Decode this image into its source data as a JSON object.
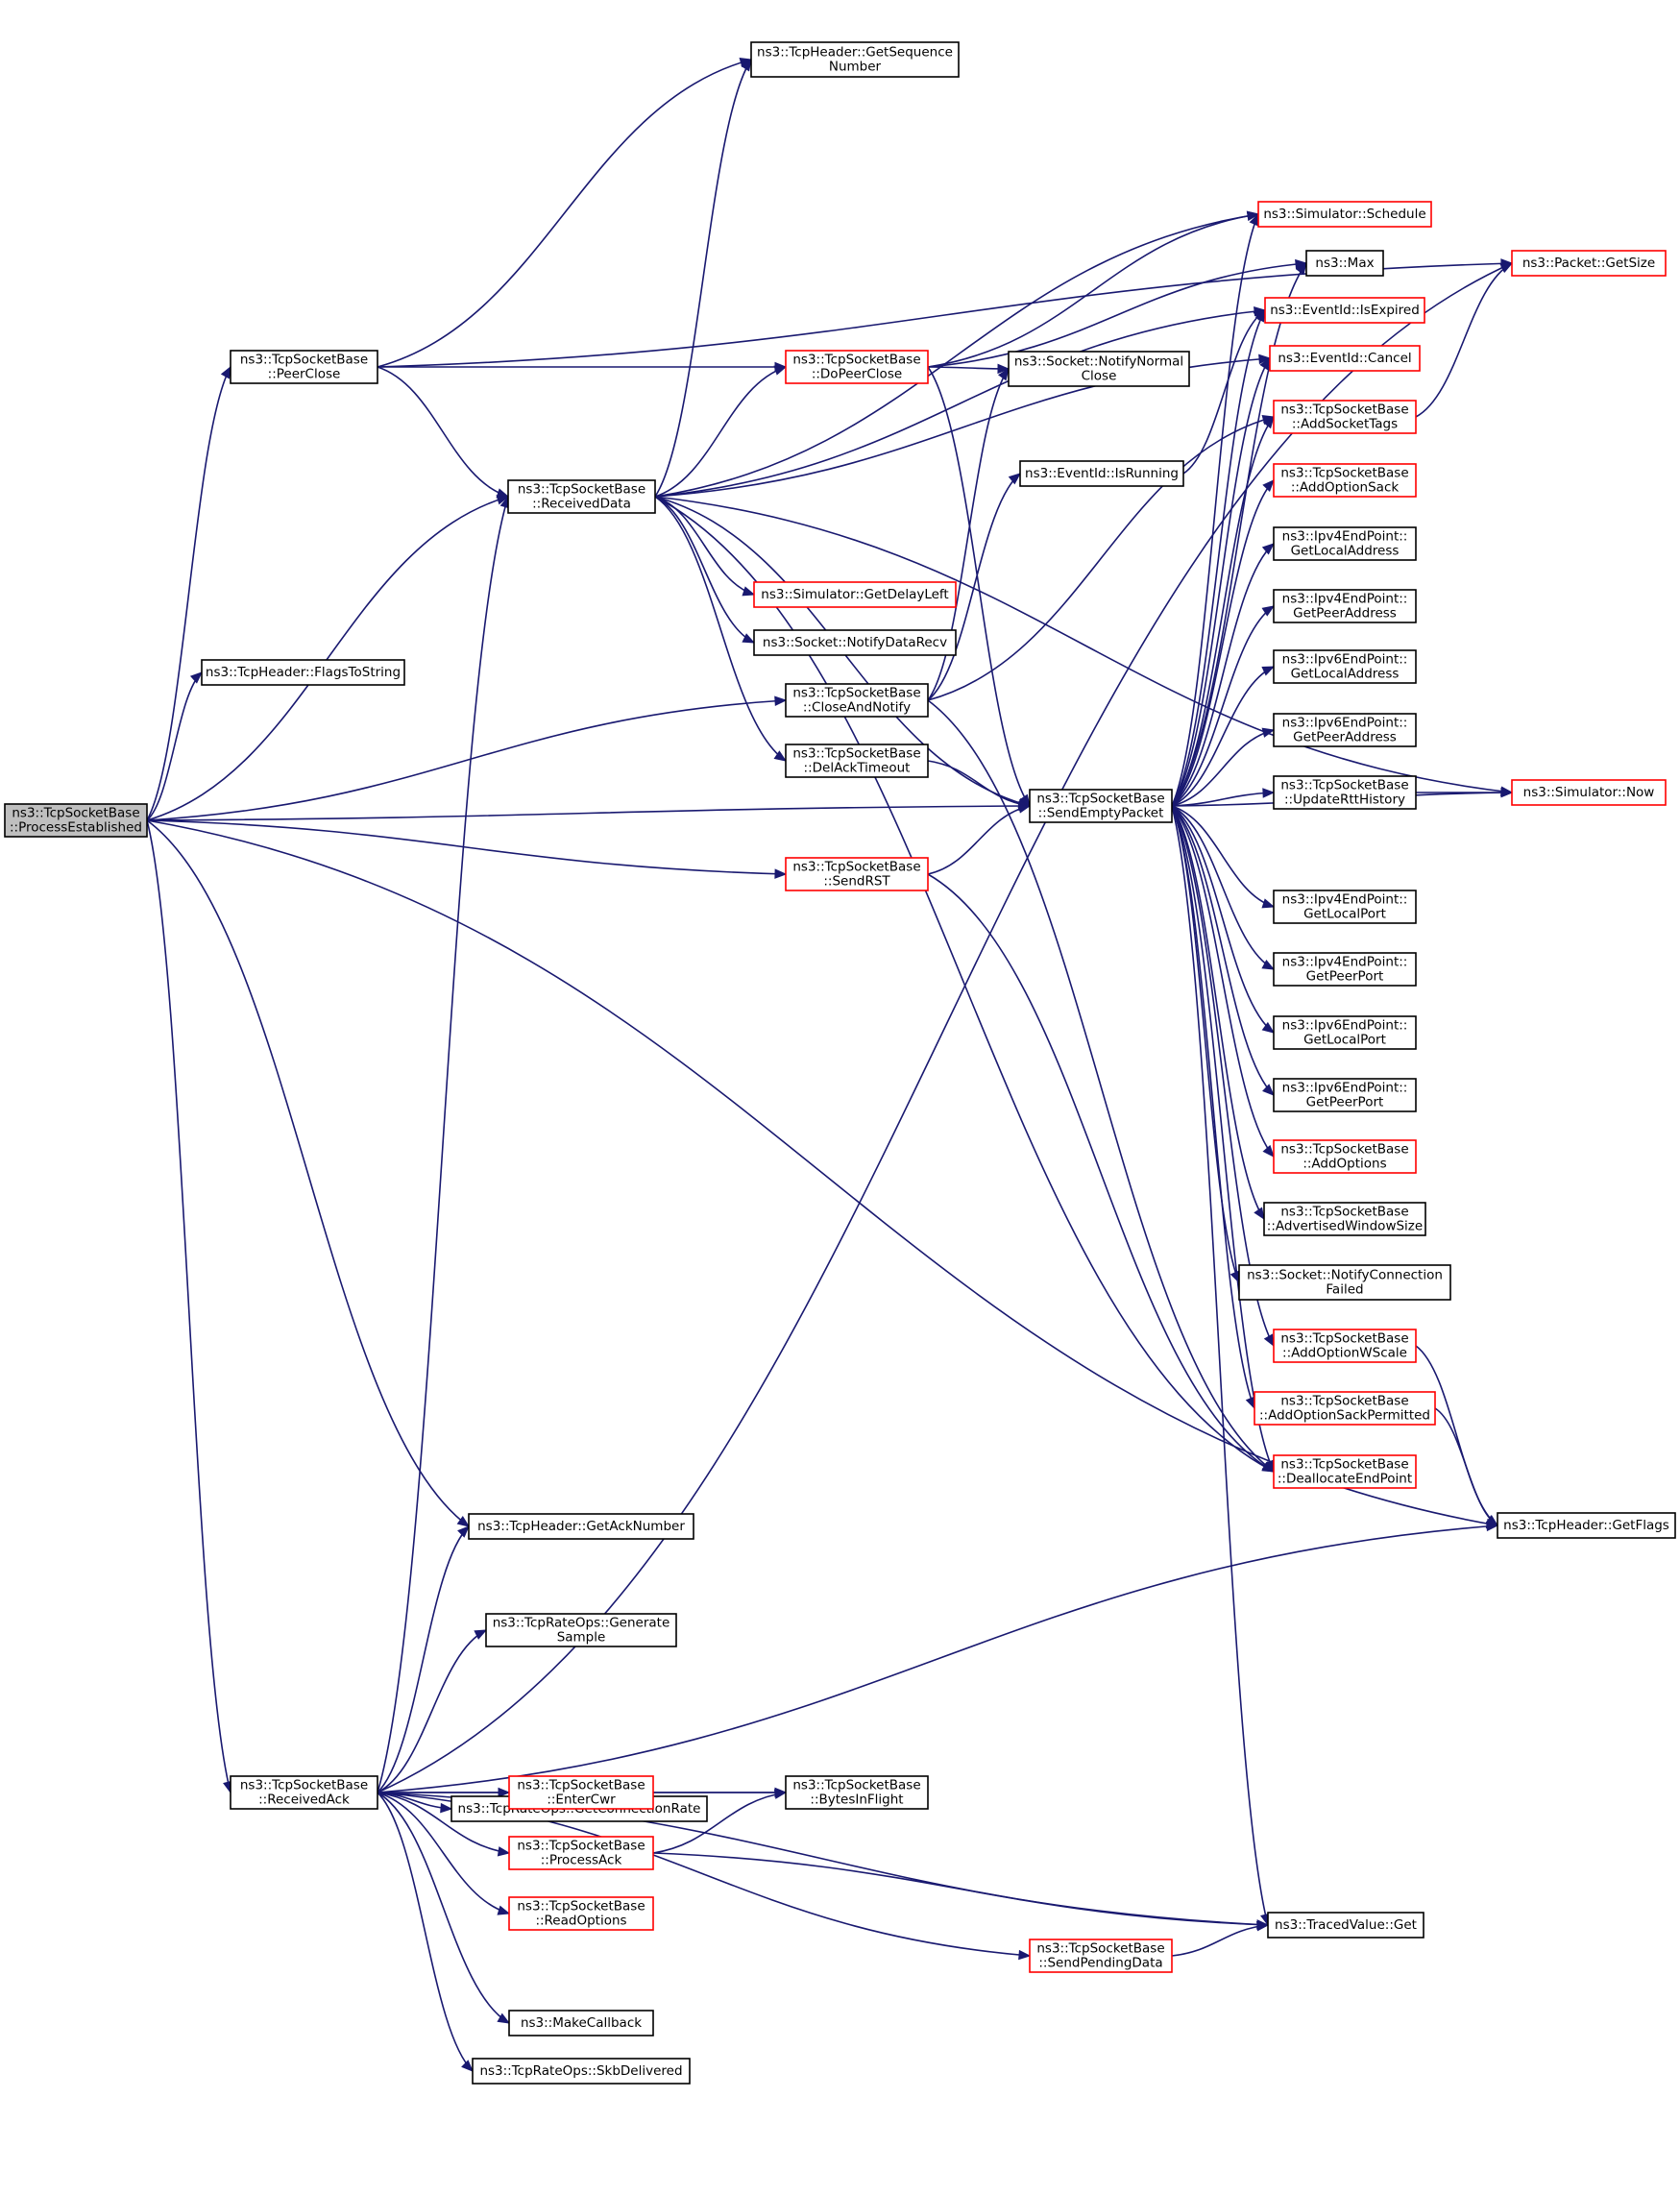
{
  "nodes": {
    "process_established": {
      "lines": [
        "ns3::TcpSocketBase",
        "::ProcessEstablished"
      ],
      "style": "root"
    },
    "peer_close": {
      "lines": [
        "ns3::TcpSocketBase",
        "::PeerClose"
      ],
      "style": "black"
    },
    "flags_to_string": {
      "lines": [
        "ns3::TcpHeader::FlagsToString"
      ],
      "style": "black"
    },
    "received_ack": {
      "lines": [
        "ns3::TcpSocketBase",
        "::ReceivedAck"
      ],
      "style": "black"
    },
    "get_sequence_number": {
      "lines": [
        "ns3::TcpHeader::GetSequence",
        "Number"
      ],
      "style": "black"
    },
    "received_data": {
      "lines": [
        "ns3::TcpSocketBase",
        "::ReceivedData"
      ],
      "style": "black"
    },
    "do_peer_close": {
      "lines": [
        "ns3::TcpSocketBase",
        "::DoPeerClose"
      ],
      "style": "red"
    },
    "get_delay_left": {
      "lines": [
        "ns3::Simulator::GetDelayLeft"
      ],
      "style": "red"
    },
    "notify_data_recv": {
      "lines": [
        "ns3::Socket::NotifyDataRecv"
      ],
      "style": "black"
    },
    "close_and_notify": {
      "lines": [
        "ns3::TcpSocketBase",
        "::CloseAndNotify"
      ],
      "style": "black"
    },
    "del_ack_timeout": {
      "lines": [
        "ns3::TcpSocketBase",
        "::DelAckTimeout"
      ],
      "style": "black"
    },
    "send_rst": {
      "lines": [
        "ns3::TcpSocketBase",
        "::SendRST"
      ],
      "style": "red"
    },
    "get_ack_number": {
      "lines": [
        "ns3::TcpHeader::GetAckNumber"
      ],
      "style": "black"
    },
    "generate_sample": {
      "lines": [
        "ns3::TcpRateOps::Generate",
        "Sample"
      ],
      "style": "black"
    },
    "get_connection_rate": {
      "lines": [
        "ns3::TcpRateOps::GetConnectionRate"
      ],
      "style": "black"
    },
    "enter_cwr": {
      "lines": [
        "ns3::TcpSocketBase",
        "::EnterCwr"
      ],
      "style": "red"
    },
    "process_ack": {
      "lines": [
        "ns3::TcpSocketBase",
        "::ProcessAck"
      ],
      "style": "red"
    },
    "read_options": {
      "lines": [
        "ns3::TcpSocketBase",
        "::ReadOptions"
      ],
      "style": "red"
    },
    "make_callback": {
      "lines": [
        "ns3::MakeCallback"
      ],
      "style": "black"
    },
    "skb_delivered": {
      "lines": [
        "ns3::TcpRateOps::SkbDelivered"
      ],
      "style": "black"
    },
    "bytes_in_flight": {
      "lines": [
        "ns3::TcpSocketBase",
        "::BytesInFlight"
      ],
      "style": "black"
    },
    "send_pending_data": {
      "lines": [
        "ns3::TcpSocketBase",
        "::SendPendingData"
      ],
      "style": "red"
    },
    "notify_normal_close": {
      "lines": [
        "ns3::Socket::NotifyNormal",
        "Close"
      ],
      "style": "black"
    },
    "event_is_running": {
      "lines": [
        "ns3::EventId::IsRunning"
      ],
      "style": "black"
    },
    "send_empty_packet": {
      "lines": [
        "ns3::TcpSocketBase",
        "::SendEmptyPacket"
      ],
      "style": "black"
    },
    "simulator_schedule": {
      "lines": [
        "ns3::Simulator::Schedule"
      ],
      "style": "red"
    },
    "max": {
      "lines": [
        "ns3::Max"
      ],
      "style": "black"
    },
    "event_is_expired": {
      "lines": [
        "ns3::EventId::IsExpired"
      ],
      "style": "red"
    },
    "event_cancel": {
      "lines": [
        "ns3::EventId::Cancel"
      ],
      "style": "red"
    },
    "add_socket_tags": {
      "lines": [
        "ns3::TcpSocketBase",
        "::AddSocketTags"
      ],
      "style": "red"
    },
    "add_option_sack": {
      "lines": [
        "ns3::TcpSocketBase",
        "::AddOptionSack"
      ],
      "style": "red"
    },
    "ipv4_get_local_address": {
      "lines": [
        "ns3::Ipv4EndPoint::",
        "GetLocalAddress"
      ],
      "style": "black"
    },
    "ipv4_get_peer_address": {
      "lines": [
        "ns3::Ipv4EndPoint::",
        "GetPeerAddress"
      ],
      "style": "black"
    },
    "ipv6_get_local_address": {
      "lines": [
        "ns3::Ipv6EndPoint::",
        "GetLocalAddress"
      ],
      "style": "black"
    },
    "ipv6_get_peer_address": {
      "lines": [
        "ns3::Ipv6EndPoint::",
        "GetPeerAddress"
      ],
      "style": "black"
    },
    "update_rtt_history": {
      "lines": [
        "ns3::TcpSocketBase",
        "::UpdateRttHistory"
      ],
      "style": "black"
    },
    "ipv4_get_local_port": {
      "lines": [
        "ns3::Ipv4EndPoint::",
        "GetLocalPort"
      ],
      "style": "black"
    },
    "ipv4_get_peer_port": {
      "lines": [
        "ns3::Ipv4EndPoint::",
        "GetPeerPort"
      ],
      "style": "black"
    },
    "ipv6_get_local_port": {
      "lines": [
        "ns3::Ipv6EndPoint::",
        "GetLocalPort"
      ],
      "style": "black"
    },
    "ipv6_get_peer_port": {
      "lines": [
        "ns3::Ipv6EndPoint::",
        "GetPeerPort"
      ],
      "style": "black"
    },
    "add_options": {
      "lines": [
        "ns3::TcpSocketBase",
        "::AddOptions"
      ],
      "style": "red"
    },
    "advertised_window_size": {
      "lines": [
        "ns3::TcpSocketBase",
        "::AdvertisedWindowSize"
      ],
      "style": "black"
    },
    "notify_connection_failed": {
      "lines": [
        "ns3::Socket::NotifyConnection",
        "Failed"
      ],
      "style": "black"
    },
    "add_option_wscale": {
      "lines": [
        "ns3::TcpSocketBase",
        "::AddOptionWScale"
      ],
      "style": "red"
    },
    "add_option_sack_permitted": {
      "lines": [
        "ns3::TcpSocketBase",
        "::AddOptionSackPermitted"
      ],
      "style": "red"
    },
    "deallocate_end_point": {
      "lines": [
        "ns3::TcpSocketBase",
        "::DeallocateEndPoint"
      ],
      "style": "red"
    },
    "traced_value_get": {
      "lines": [
        "ns3::TracedValue::Get"
      ],
      "style": "black"
    },
    "packet_get_size": {
      "lines": [
        "ns3::Packet::GetSize"
      ],
      "style": "red"
    },
    "simulator_now": {
      "lines": [
        "ns3::Simulator::Now"
      ],
      "style": "red"
    },
    "get_flags": {
      "lines": [
        "ns3::TcpHeader::GetFlags"
      ],
      "style": "black"
    }
  },
  "edges": [
    [
      "process_established",
      "peer_close"
    ],
    [
      "process_established",
      "flags_to_string"
    ],
    [
      "process_established",
      "received_data"
    ],
    [
      "process_established",
      "close_and_notify"
    ],
    [
      "process_established",
      "send_empty_packet"
    ],
    [
      "process_established",
      "send_rst"
    ],
    [
      "process_established",
      "get_ack_number"
    ],
    [
      "process_established",
      "received_ack"
    ],
    [
      "process_established",
      "get_flags"
    ],
    [
      "peer_close",
      "get_sequence_number"
    ],
    [
      "peer_close",
      "packet_get_size"
    ],
    [
      "peer_close",
      "do_peer_close"
    ],
    [
      "peer_close",
      "received_data"
    ],
    [
      "received_data",
      "get_sequence_number"
    ],
    [
      "received_data",
      "simulator_now"
    ],
    [
      "received_data",
      "simulator_schedule"
    ],
    [
      "received_data",
      "do_peer_close"
    ],
    [
      "received_data",
      "event_is_expired"
    ],
    [
      "received_data",
      "event_cancel"
    ],
    [
      "received_data",
      "get_delay_left"
    ],
    [
      "received_data",
      "notify_data_recv"
    ],
    [
      "received_data",
      "del_ack_timeout"
    ],
    [
      "received_data",
      "send_empty_packet"
    ],
    [
      "received_data",
      "deallocate_end_point"
    ],
    [
      "do_peer_close",
      "simulator_schedule"
    ],
    [
      "do_peer_close",
      "max"
    ],
    [
      "do_peer_close",
      "notify_normal_close"
    ],
    [
      "do_peer_close",
      "send_empty_packet"
    ],
    [
      "close_and_notify",
      "notify_normal_close"
    ],
    [
      "close_and_notify",
      "event_is_running"
    ],
    [
      "close_and_notify",
      "add_socket_tags"
    ],
    [
      "close_and_notify",
      "deallocate_end_point"
    ],
    [
      "del_ack_timeout",
      "send_empty_packet"
    ],
    [
      "send_rst",
      "send_empty_packet"
    ],
    [
      "send_rst",
      "deallocate_end_point"
    ],
    [
      "event_is_running",
      "event_is_expired"
    ],
    [
      "send_empty_packet",
      "simulator_schedule"
    ],
    [
      "send_empty_packet",
      "max"
    ],
    [
      "send_empty_packet",
      "event_is_expired"
    ],
    [
      "send_empty_packet",
      "event_cancel"
    ],
    [
      "send_empty_packet",
      "add_socket_tags"
    ],
    [
      "send_empty_packet",
      "add_option_sack"
    ],
    [
      "send_empty_packet",
      "ipv4_get_local_address"
    ],
    [
      "send_empty_packet",
      "ipv4_get_peer_address"
    ],
    [
      "send_empty_packet",
      "ipv6_get_local_address"
    ],
    [
      "send_empty_packet",
      "ipv6_get_peer_address"
    ],
    [
      "send_empty_packet",
      "update_rtt_history"
    ],
    [
      "send_empty_packet",
      "simulator_now"
    ],
    [
      "send_empty_packet",
      "ipv4_get_local_port"
    ],
    [
      "send_empty_packet",
      "ipv4_get_peer_port"
    ],
    [
      "send_empty_packet",
      "ipv6_get_local_port"
    ],
    [
      "send_empty_packet",
      "ipv6_get_peer_port"
    ],
    [
      "send_empty_packet",
      "add_options"
    ],
    [
      "send_empty_packet",
      "advertised_window_size"
    ],
    [
      "send_empty_packet",
      "notify_connection_failed"
    ],
    [
      "send_empty_packet",
      "add_option_wscale"
    ],
    [
      "send_empty_packet",
      "add_option_sack_permitted"
    ],
    [
      "send_empty_packet",
      "deallocate_end_point"
    ],
    [
      "send_empty_packet",
      "traced_value_get"
    ],
    [
      "add_socket_tags",
      "packet_get_size"
    ],
    [
      "update_rtt_history",
      "simulator_now"
    ],
    [
      "add_option_wscale",
      "get_flags"
    ],
    [
      "add_option_sack_permitted",
      "get_flags"
    ],
    [
      "received_ack",
      "get_ack_number"
    ],
    [
      "received_ack",
      "received_data"
    ],
    [
      "received_ack",
      "packet_get_size"
    ],
    [
      "received_ack",
      "generate_sample"
    ],
    [
      "received_ack",
      "get_connection_rate"
    ],
    [
      "received_ack",
      "enter_cwr"
    ],
    [
      "received_ack",
      "bytes_in_flight"
    ],
    [
      "received_ack",
      "process_ack"
    ],
    [
      "received_ack",
      "read_options"
    ],
    [
      "received_ack",
      "send_pending_data"
    ],
    [
      "received_ack",
      "make_callback"
    ],
    [
      "received_ack",
      "skb_delivered"
    ],
    [
      "received_ack",
      "traced_value_get"
    ],
    [
      "received_ack",
      "get_flags"
    ],
    [
      "enter_cwr",
      "bytes_in_flight"
    ],
    [
      "process_ack",
      "bytes_in_flight"
    ],
    [
      "process_ack",
      "traced_value_get"
    ],
    [
      "send_pending_data",
      "traced_value_get"
    ]
  ]
}
